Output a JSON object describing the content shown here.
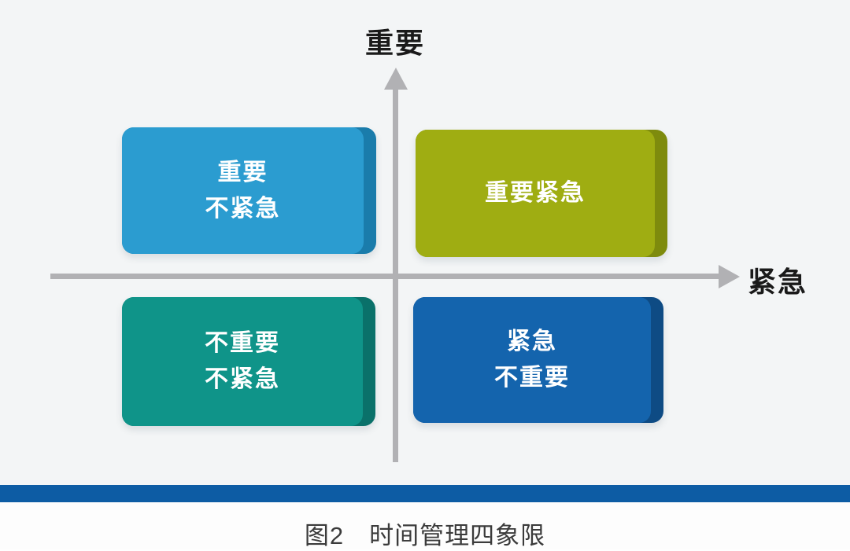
{
  "canvas": {
    "background": "#f3f5f6",
    "footer_background": "#fdfdfd"
  },
  "axes": {
    "color": "#b1b1b4",
    "label_color": "#1a1a1a",
    "vertical_label": "重要",
    "horizontal_label": "紧急"
  },
  "quadrants": {
    "top_left": {
      "line1": "重要",
      "line2": "不紧急",
      "face_color": "#2b9cd0",
      "edge_color": "#1a7cab",
      "text_color": "#ffffff"
    },
    "top_right": {
      "line1": "重要紧急",
      "line2": "",
      "face_color": "#9fad12",
      "edge_color": "#7e8b0d",
      "text_color": "#ffffff"
    },
    "bottom_left": {
      "line1": "不重要",
      "line2": "不紧急",
      "face_color": "#0f9489",
      "edge_color": "#0a716a",
      "text_color": "#ffffff"
    },
    "bottom_right": {
      "line1": "紧急",
      "line2": "不重要",
      "face_color": "#1464ad",
      "edge_color": "#0e4b84",
      "text_color": "#ffffff"
    }
  },
  "divider_bar": {
    "color": "#0d5ca4"
  },
  "caption": {
    "text": "图2　时间管理四象限",
    "color": "#3b3b3b"
  }
}
